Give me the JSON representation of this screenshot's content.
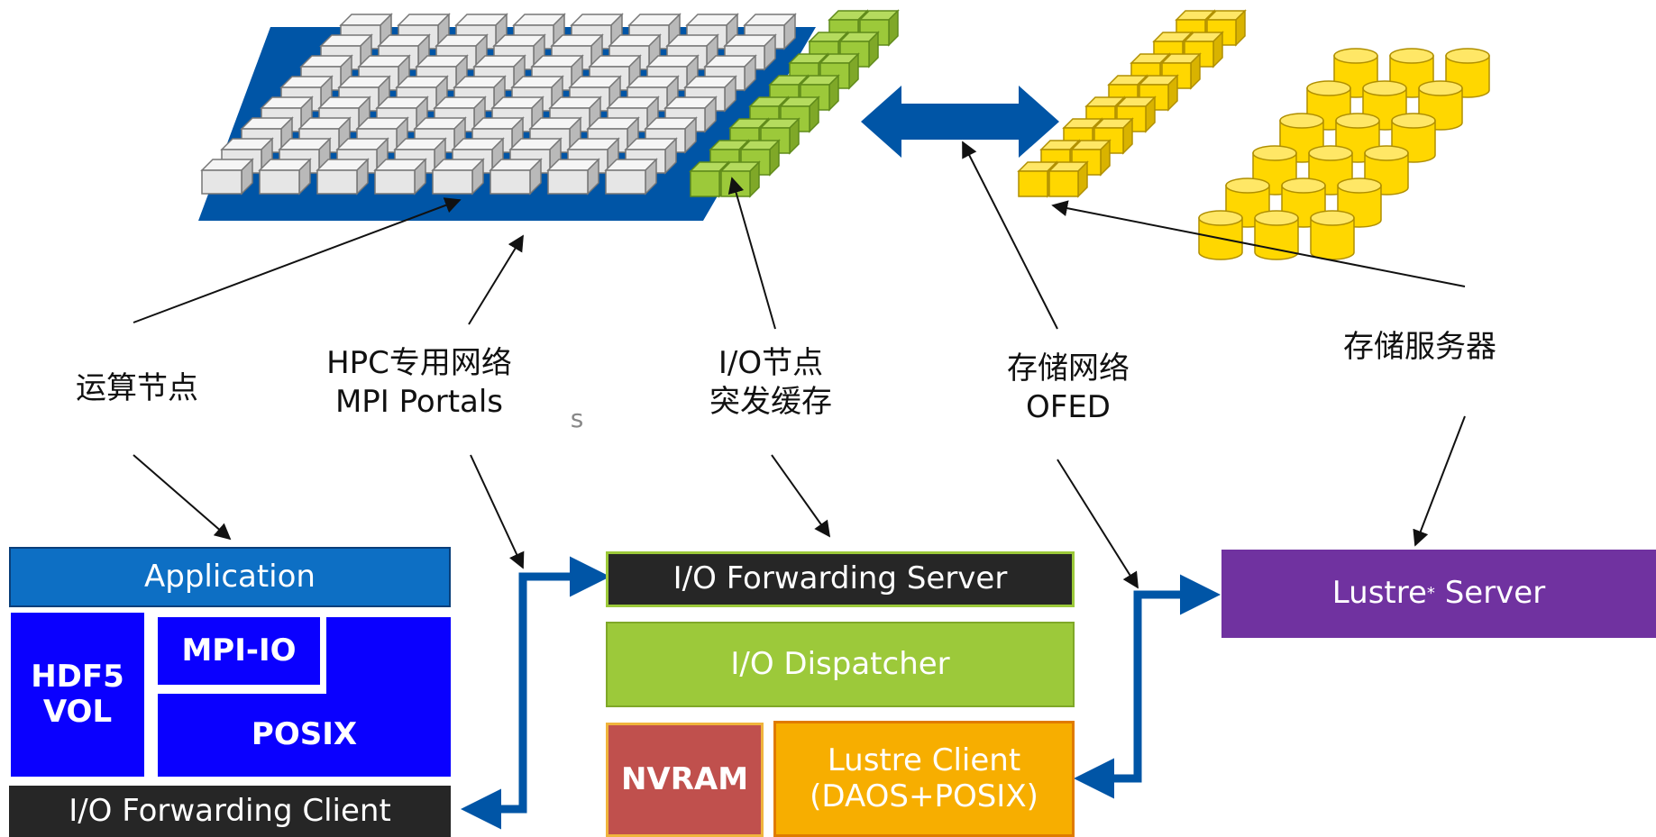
{
  "labels": {
    "compute_nodes": "运算节点",
    "hpc_network_line1": "HPC专用网络",
    "hpc_network_line2": "MPI Portals",
    "stray_letter": "s",
    "io_nodes_line1": "I/O节点",
    "io_nodes_line2": "突发缓存",
    "storage_network_line1": "存储网络",
    "storage_network_line2": "OFED",
    "storage_servers": "存储服务器"
  },
  "client_stack": {
    "application": "Application",
    "hdf5_line1": "HDF5",
    "hdf5_line2": "VOL",
    "mpi_io": "MPI-IO",
    "posix": "POSIX",
    "io_forwarding_client": "I/O Forwarding Client"
  },
  "io_node_stack": {
    "io_forwarding_server": "I/O Forwarding Server",
    "io_dispatcher": "I/O Dispatcher",
    "nvram": "NVRAM",
    "lustre_client_line1": "Lustre Client",
    "lustre_client_line2": "(DAOS+POSIX)"
  },
  "server_stack": {
    "lustre_server_name": "Lustre",
    "lustre_server_mark": "*",
    "lustre_server_suffix": "Server"
  },
  "colors": {
    "blue": "#0055a6",
    "app_blue": "#0d6fc4",
    "bright_blue": "#0a00ff",
    "dark": "#262626",
    "green": "#9cc93a",
    "red": "#c0504d",
    "orange": "#f7ae00",
    "purple": "#7032a0",
    "yellow": "#ffd700",
    "gray": "#e6e6e6"
  }
}
